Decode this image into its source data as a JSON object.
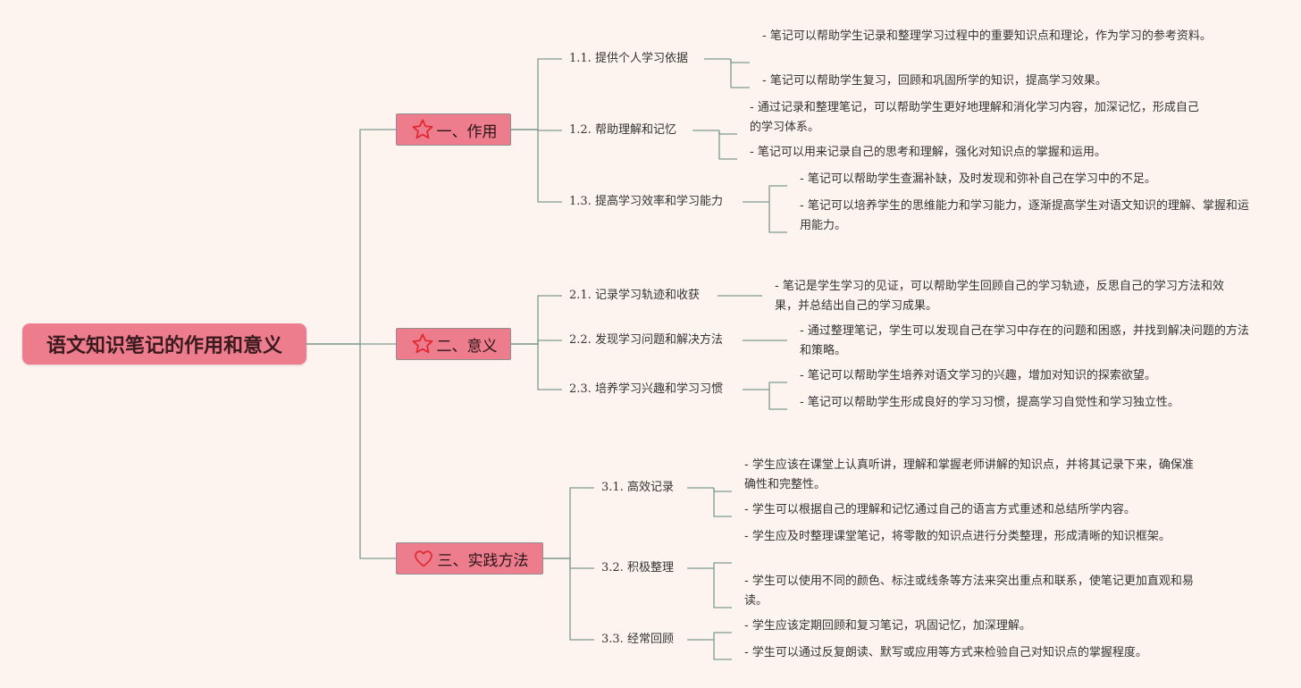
{
  "root": {
    "title": "语文知识笔记的作用和意义"
  },
  "branches": [
    {
      "title": "一、作用",
      "icon": "star-icon",
      "subs": [
        {
          "title": "1.1. 提供个人学习依据",
          "leaves": [
            "- 笔记可以帮助学生记录和整理学习过程中的重要知识点和理论，作为学习的参考资料。",
            "- 笔记可以帮助学生复习，回顾和巩固所学的知识，提高学习效果。"
          ]
        },
        {
          "title": "1.2. 帮助理解和记忆",
          "leaves": [
            "- 通过记录和整理笔记，可以帮助学生更好地理解和消化学习内容，加深记忆，形成自己的学习体系。",
            "- 笔记可以用来记录自己的思考和理解，强化对知识点的掌握和运用。"
          ]
        },
        {
          "title": "1.3. 提高学习效率和学习能力",
          "leaves": [
            "- 笔记可以帮助学生查漏补缺，及时发现和弥补自己在学习中的不足。",
            "- 笔记可以培养学生的思维能力和学习能力，逐渐提高学生对语文知识的理解、掌握和运用能力。"
          ]
        }
      ]
    },
    {
      "title": "二、意义",
      "icon": "star-icon",
      "subs": [
        {
          "title": "2.1. 记录学习轨迹和收获",
          "leaves": [
            "- 笔记是学生学习的见证，可以帮助学生回顾自己的学习轨迹，反思自己的学习方法和效果，并总结出自己的学习成果。"
          ]
        },
        {
          "title": "2.2. 发现学习问题和解决方法",
          "leaves": [
            "- 通过整理笔记，学生可以发现自己在学习中存在的问题和困惑，并找到解决问题的方法和策略。"
          ]
        },
        {
          "title": "2.3. 培养学习兴趣和学习习惯",
          "leaves": [
            "- 笔记可以帮助学生培养对语文学习的兴趣，增加对知识的探索欲望。",
            "- 笔记可以帮助学生形成良好的学习习惯，提高学习自觉性和学习独立性。"
          ]
        }
      ]
    },
    {
      "title": "三、实践方法",
      "icon": "heart-icon",
      "subs": [
        {
          "title": "3.1. 高效记录",
          "leaves": [
            "- 学生应该在课堂上认真听讲，理解和掌握老师讲解的知识点，并将其记录下来，确保准确性和完整性。",
            "- 学生可以根据自己的理解和记忆通过自己的语言方式重述和总结所学内容。"
          ]
        },
        {
          "title": "3.2. 积极整理",
          "leaves": [
            "- 学生应及时整理课堂笔记，将零散的知识点进行分类整理，形成清晰的知识框架。",
            "- 学生可以使用不同的颜色、标注或线条等方法来突出重点和联系，使笔记更加直观和易读。"
          ]
        },
        {
          "title": "3.3. 经常回顾",
          "leaves": [
            "- 学生应该定期回顾和复习笔记，巩固记忆，加深理解。",
            "- 学生可以通过反复朗读、默写或应用等方式来检验自己对知识点的掌握程度。"
          ]
        }
      ]
    }
  ]
}
